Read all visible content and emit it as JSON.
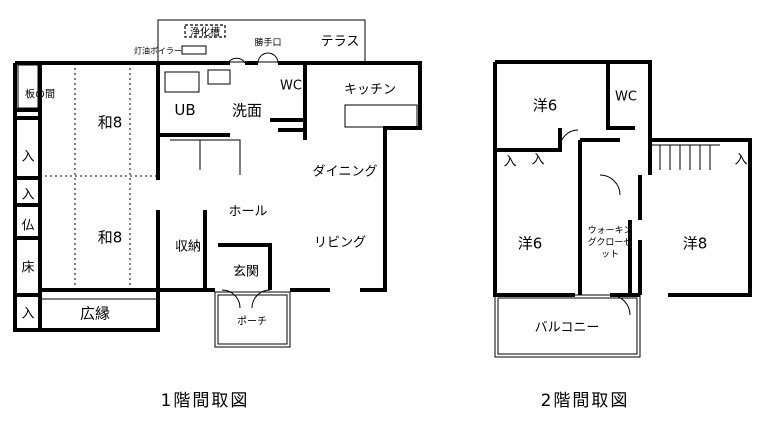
{
  "floor1": {
    "title": "1階間取図",
    "rooms": {
      "itanoma": "板の間",
      "washitsu_top": "和8",
      "washitsu_bottom": "和8",
      "closet1": "入",
      "closet2": "入",
      "butsudan": "仏",
      "tokonoma": "床",
      "closet3": "入",
      "hiroen": "広縁",
      "ub": "UB",
      "senmen": "洗面",
      "wc": "WC",
      "kitchen": "キッチン",
      "dining": "ダイニング",
      "hall": "ホール",
      "storage": "収納",
      "genkan": "玄関",
      "living": "リビング",
      "porch": "ポーチ",
      "terrace": "テラス",
      "septic": "浄化槽",
      "boiler": "灯油ボイラー",
      "back_door": "勝手口"
    }
  },
  "floor2": {
    "title": "2階間取図",
    "rooms": {
      "western6_top": "洋6",
      "wc": "WC",
      "closet_left": "入",
      "closet_mid": "入",
      "closet_right": "入",
      "western6_bottom": "洋6",
      "walkin": "ウォーキングクローゼット",
      "western8": "洋8",
      "balcony": "バルコニー"
    }
  }
}
